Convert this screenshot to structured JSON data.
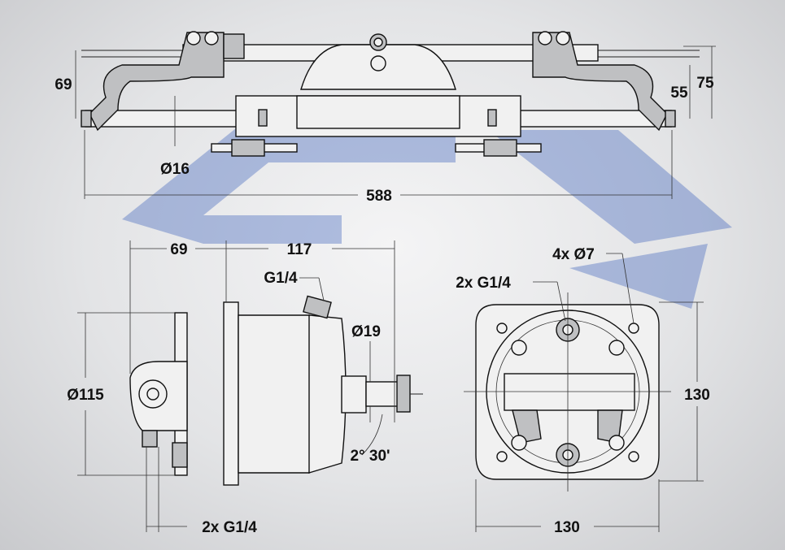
{
  "top_view": {
    "height_left": "69",
    "height_inner_right": "55",
    "height_outer_right": "75",
    "rod_diameter": "Ø16",
    "total_length": "588"
  },
  "side_view": {
    "depth_flange": "69",
    "depth_body": "117",
    "port_label": "G1/4",
    "shaft_diameter": "Ø19",
    "body_diameter": "Ø115",
    "angle": "2° 30'",
    "bottom_ports": "2x G1/4"
  },
  "front_view": {
    "holes": "4x Ø7",
    "ports": "2x G1/4",
    "height": "130",
    "width": "130"
  },
  "colors": {
    "watermark": "#2d55b8",
    "line": "#111111"
  }
}
